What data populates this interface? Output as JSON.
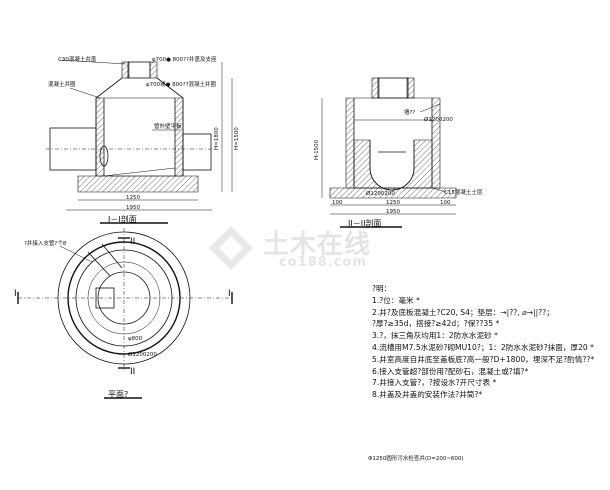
{
  "section_1": {
    "title": "I－I剖面",
    "labels": {
      "cover_concrete": "C30混凝土井盖",
      "frame": "φ700● 800??井盖及支座",
      "ring": "混凝土井圈",
      "walls": "φ700或● 800??混凝土井圈",
      "pipe": "管外壁平板",
      "dim_total": "H=1800",
      "dim_depth": "H=1500",
      "dim_1250": "1250",
      "dim_1950": "1950"
    }
  },
  "section_2": {
    "title": "II－II剖面",
    "labels": {
      "pipe_dia": "Ø1200200",
      "base_dia": "Ø1200200",
      "base_concrete": "C15混凝土土层",
      "wall_note": "墙??",
      "dim_1250": "1250",
      "dim_1950": "1950",
      "dim_100a": "100",
      "dim_100b": "100",
      "dim_h": "H-1500"
    }
  },
  "plan": {
    "title": "平面?",
    "labels": {
      "inlet": "?井接入支管?个8",
      "mark_left": "I",
      "mark_right": "I",
      "mark_top": "II",
      "mark_bottom": "II",
      "dia_small": "φ800",
      "dia_big": "Ø1200200"
    }
  },
  "notes": {
    "heading": "?明：",
    "items": [
      "1.?位：毫米 *",
      "2.井?及底板混凝土?C20, S4；垫层：→|??, ⌀→||??；",
      "  ?厚?≥35d，搭接?≥42d；?保??35 *",
      "3.?，抹三角灰均用1：2防水水泥砂 *",
      "4.流槽用M7.5水泥砂?砌MU10?；1：2防水水泥砂?抹面，厚20 *",
      "5.井室高度自井底至盖板底?高一般?D+1800，埋深不足?酌情??*",
      "6.接入支管超?部份用?配砂石，混凝土或?填?*",
      "7.井接入支管?，?按设水?开尺寸表 *",
      "8.井盖及井盖的安装作法?井筒?*"
    ]
  },
  "footer": "Φ1250圆形污水检查井(D=200~600)",
  "watermark": {
    "cn": "土木在线",
    "en": "co188.com"
  }
}
